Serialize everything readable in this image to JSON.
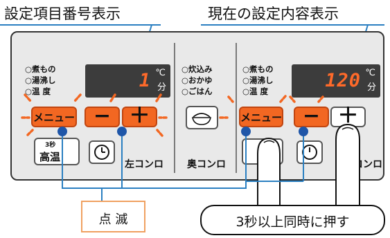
{
  "headers": {
    "left": "設定項目番号表示",
    "right": "現在の設定内容表示"
  },
  "left_zone": {
    "options": [
      "○煮もの",
      "○湯沸し",
      "○温 度"
    ],
    "display_value": "1",
    "unit_top": "℃",
    "unit_bottom": "分",
    "menu_label": "メニュー",
    "minus_label": "−",
    "plus_label": "＋",
    "small_label": "3秒",
    "high_temp_label": "高温",
    "label": "左コンロ"
  },
  "middle_zone": {
    "options": [
      "○炊込み",
      "○おかゆ",
      "○ごはん"
    ],
    "label": "奥コンロ"
  },
  "right_zone": {
    "options": [
      "○煮もの",
      "○湯沸し",
      "○温 度"
    ],
    "display_value": "120",
    "unit_top": "℃",
    "unit_bottom": "分",
    "menu_label": "メニュー",
    "minus_label": "−",
    "plus_label": "＋",
    "label": "コンロ"
  },
  "callouts": {
    "blink": "点 滅",
    "press": "3秒以上同時に押す"
  },
  "colors": {
    "accent": "#f26722",
    "display_bg": "#3c3c3c",
    "display_digits": "#ff6a2a",
    "leader_blue": "#2a7fc1",
    "dot_blue": "#1f56a8",
    "callout_border": "#f0a060"
  }
}
